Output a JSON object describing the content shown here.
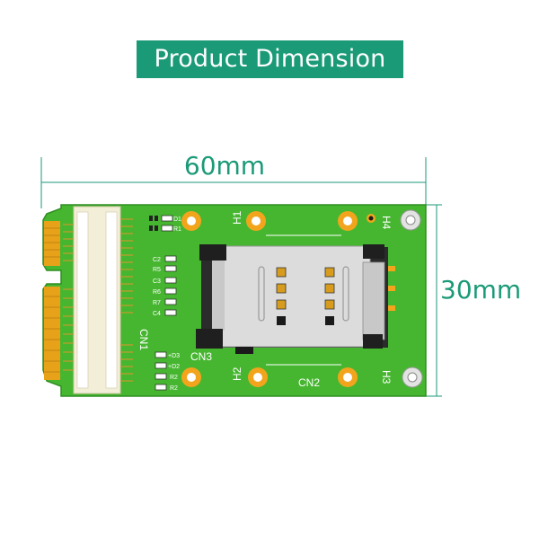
{
  "title": "Product Dimension",
  "dimensions": {
    "width": "60mm",
    "height": "30mm"
  },
  "labels": {
    "h1": "H1",
    "h2": "H2",
    "h3": "H3",
    "h4": "H4",
    "cn1": "CN1",
    "cn2": "CN2",
    "cn3": "CN3",
    "d1": "D1",
    "r1": "R1",
    "c2": "C2",
    "r5": "R5",
    "c3": "C3",
    "r6": "R6",
    "r7": "R7",
    "c4": "C4",
    "d3": "+D3",
    "d2": "+D2",
    "r2a": "R2",
    "r2b": "R2"
  },
  "colors": {
    "accent": "#1b9a78",
    "pcb": "#46b630",
    "gold": "#e8a21a"
  }
}
